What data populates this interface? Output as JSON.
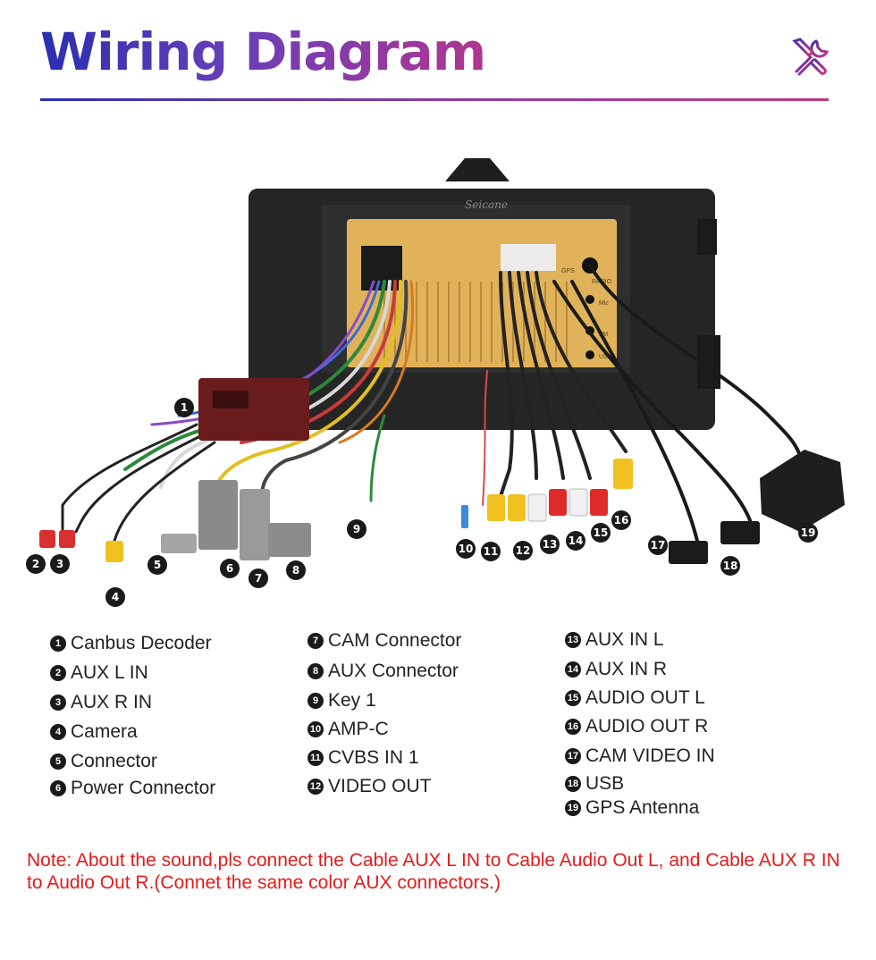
{
  "header": {
    "title": "Wiring Diagram",
    "icon": "wrench-screwdriver-icon"
  },
  "colors": {
    "title_start": "#2a2fb0",
    "title_end": "#c23a7e",
    "note": "#e51b1b",
    "chassis": "#e0b25a"
  },
  "diagram": {
    "brand": "Seicane",
    "port_labels": [
      "GPS",
      "RADIO",
      "Mic",
      "FM",
      "USB"
    ],
    "callouts": [
      "1",
      "2",
      "3",
      "4",
      "5",
      "6",
      "7",
      "8",
      "9",
      "10",
      "11",
      "12",
      "13",
      "14",
      "15",
      "16",
      "17",
      "18",
      "19"
    ]
  },
  "legend": {
    "col1": [
      {
        "num": "1",
        "label": "Canbus Decoder"
      },
      {
        "num": "2",
        "label": "AUX L IN"
      },
      {
        "num": "3",
        "label": "AUX R IN"
      },
      {
        "num": "4",
        "label": "Camera"
      },
      {
        "num": "5",
        "label": "Connector"
      },
      {
        "num": "6",
        "label": "Power Connector"
      }
    ],
    "col2": [
      {
        "num": "7",
        "label": "CAM Connector"
      },
      {
        "num": "8",
        "label": "AUX Connector"
      },
      {
        "num": "9",
        "label": "Key 1"
      },
      {
        "num": "10",
        "label": "AMP-C"
      },
      {
        "num": "11",
        "label": "CVBS IN 1"
      },
      {
        "num": "12",
        "label": "VIDEO OUT"
      }
    ],
    "col3": [
      {
        "num": "13",
        "label": "AUX IN L"
      },
      {
        "num": "14",
        "label": "AUX IN R"
      },
      {
        "num": "15",
        "label": "AUDIO OUT L"
      },
      {
        "num": "16",
        "label": "AUDIO OUT R"
      },
      {
        "num": "17",
        "label": "CAM VIDEO IN"
      },
      {
        "num": "18",
        "label": "USB"
      },
      {
        "num": "19",
        "label": "GPS Antenna"
      }
    ]
  },
  "note": "Note: About the sound,pls connect the Cable AUX L IN to Cable Audio Out L, and Cable AUX R IN to  Audio Out R.(Connet the same color AUX connectors.)"
}
